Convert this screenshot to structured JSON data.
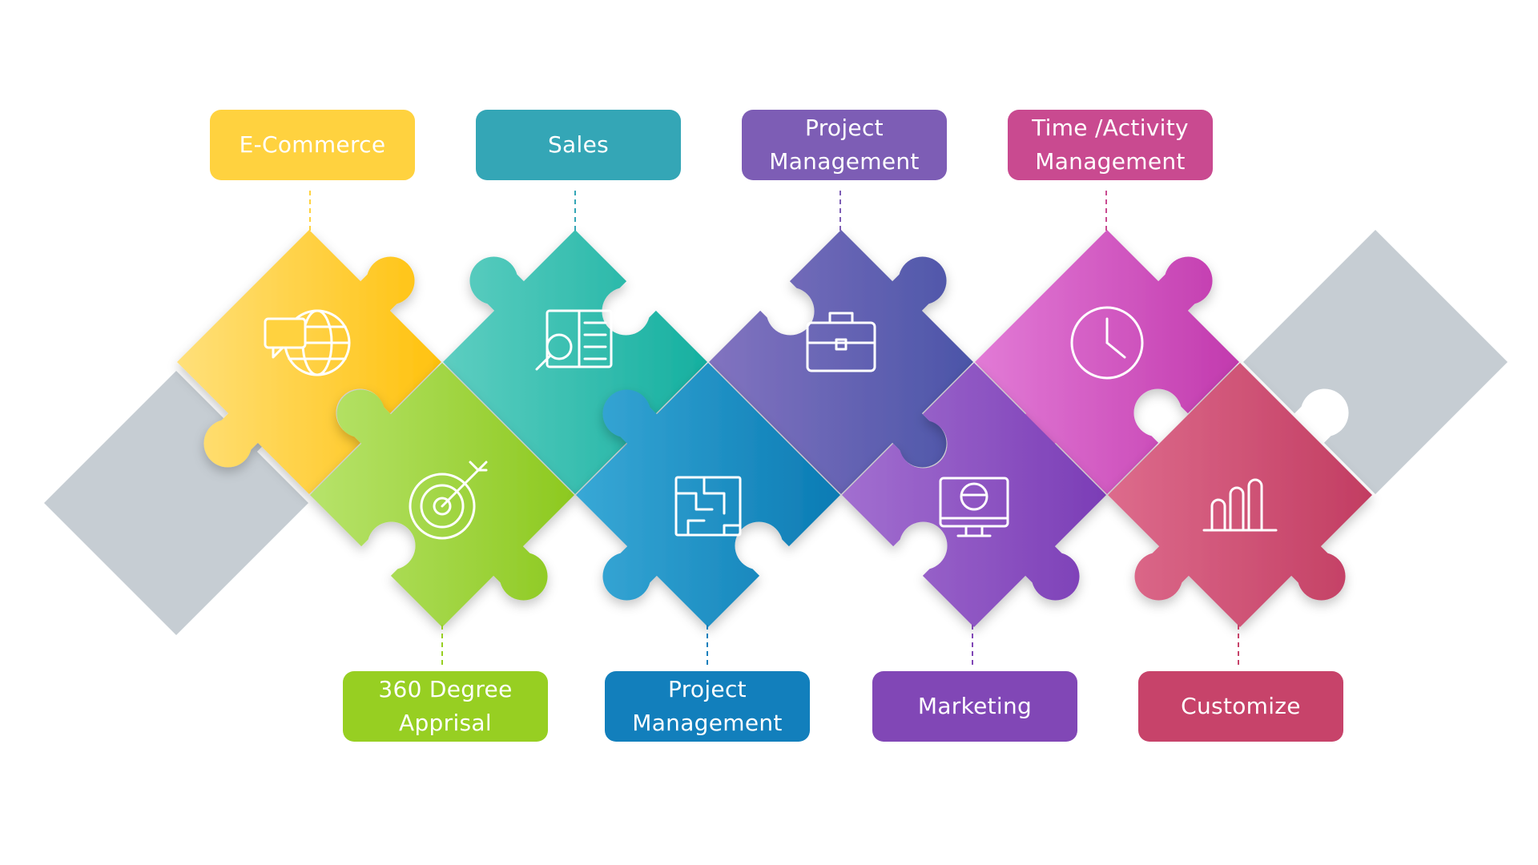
{
  "items": [
    {
      "label": "E-Commerce",
      "icon": "globe-chat-icon",
      "color_start": "#FFE07A",
      "color_end": "#FFC20E"
    },
    {
      "label": "360 Degree\nApprisal",
      "icon": "target-icon",
      "color_start": "#B7E36B",
      "color_end": "#8DC91F"
    },
    {
      "label": "Sales",
      "icon": "document-search-icon",
      "color_start": "#5DCEC1",
      "color_end": "#16B0A0"
    },
    {
      "label": "Project\nManagement",
      "icon": "maze-icon",
      "color_start": "#38A8D6",
      "color_end": "#0B7BB4"
    },
    {
      "label": "Project\nManagement",
      "icon": "briefcase-icon",
      "color_start": "#8273C0",
      "color_end": "#4B55A8"
    },
    {
      "label": "Marketing",
      "icon": "monitor-icon",
      "color_start": "#A26FD0",
      "color_end": "#7B3DB6"
    },
    {
      "label": "Time /Activity\nManagement",
      "icon": "clock-icon",
      "color_start": "#E27BD6",
      "color_end": "#C23AAE"
    },
    {
      "label": "Customize",
      "icon": "bar-chart-icon",
      "color_start": "#DD6B8C",
      "color_end": "#C23D62"
    }
  ],
  "label_colors": [
    "#FFD23F",
    "#97CF22",
    "#34A6B6",
    "#127FBC",
    "#7D5DB5",
    "#8147B6",
    "#C94A90",
    "#C7436A"
  ],
  "inactive_piece_color": "#C6CDD3"
}
